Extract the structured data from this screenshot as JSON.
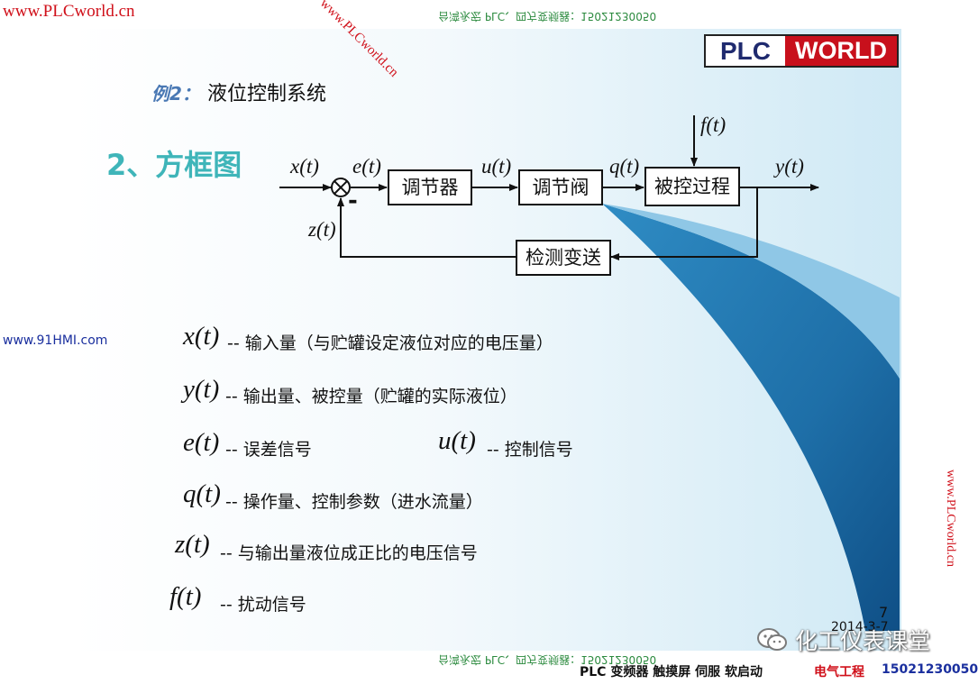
{
  "watermarks": {
    "top_left": "www.PLCworld.cn",
    "diagonal": "www.PLCworld.cn",
    "top_center": "台湾永宏 PLC、四方变频器：15021230050",
    "left_side": "www.91HMI.com",
    "right_side": "www.PLCworld.cn",
    "bottom_center": "台湾永宏 PLC、四方变频器：15021230050"
  },
  "logo": {
    "left": "PLC",
    "right": "WORLD"
  },
  "example": {
    "label": "例2：",
    "title": "液位控制系统"
  },
  "section_title": "2、方框图",
  "diagram": {
    "signals": {
      "x": "x(t)",
      "e": "e(t)",
      "u": "u(t)",
      "q": "q(t)",
      "y": "y(t)",
      "f": "f(t)",
      "z": "z(t)",
      "minus": "-"
    },
    "blocks": {
      "controller": "调节器",
      "valve": "调节阀",
      "process": "被控过程",
      "sensor": "检测变送"
    }
  },
  "definitions": {
    "x": {
      "symbol": "x(t)",
      "text": "-- 输入量（与贮罐设定液位对应的电压量）"
    },
    "y": {
      "symbol": "y(t)",
      "text": "-- 输出量、被控量（贮罐的实际液位）"
    },
    "e": {
      "symbol": "e(t)",
      "text": "-- 误差信号"
    },
    "u": {
      "symbol": "u(t)",
      "text": "-- 控制信号"
    },
    "q": {
      "symbol": "q(t)",
      "text": "-- 操作量、控制参数（进水流量）"
    },
    "z": {
      "symbol": "z(t)",
      "text": "-- 与输出量液位成正比的电压信号"
    },
    "f": {
      "symbol": "f(t)",
      "text": "-- 扰动信号"
    }
  },
  "page_number": "7",
  "date_fragment": "2014-3-7",
  "wechat_label": "化工仪表课堂",
  "footer": {
    "products": "PLC 变频器 触摸屏 伺服 软启动",
    "highlight": "电气工程",
    "phone": "15021230050"
  },
  "colors": {
    "accent_red": "#c8101c",
    "title_teal": "#3fb5b9",
    "example_blue": "#4a79b4",
    "callout_blue": "#1e6fa8"
  }
}
